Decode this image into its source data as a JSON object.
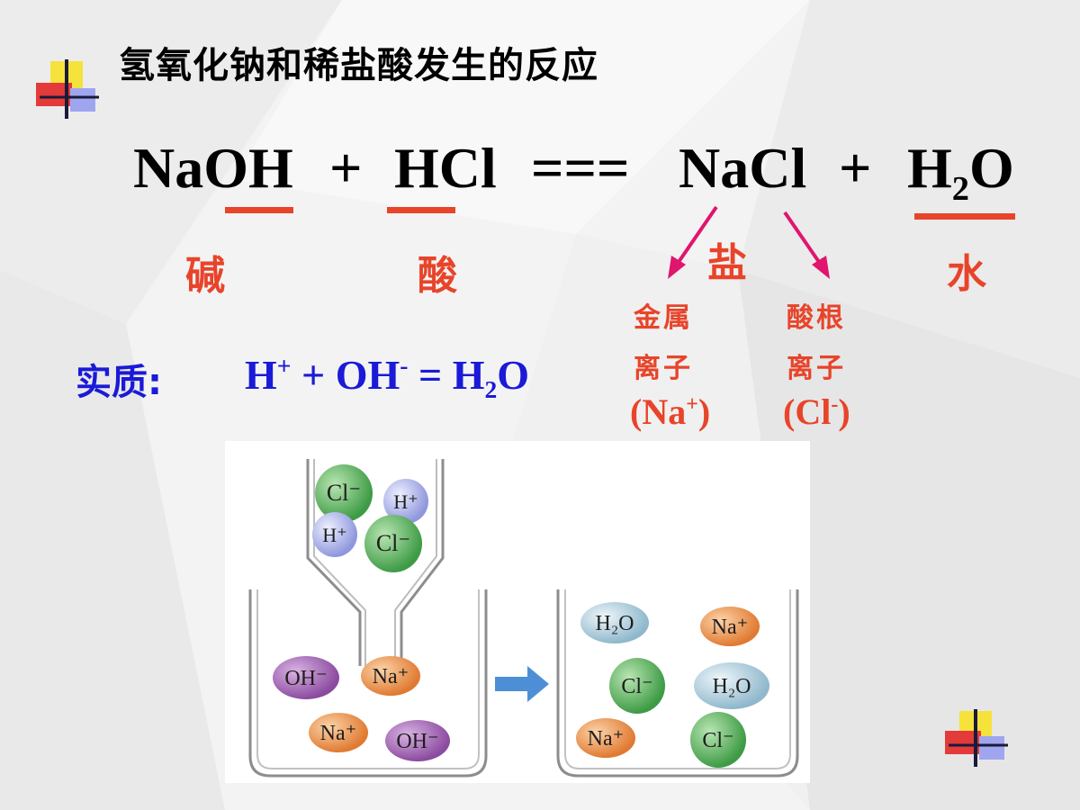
{
  "slide": {
    "title": "氢氧化钠和稀盐酸发生的反应",
    "equation": {
      "reactant1": "NaOH",
      "plus1": "+",
      "reactant2": "HCl",
      "equals": "===",
      "product1": "NaCl",
      "plus2": "+",
      "product2_main": "H",
      "product2_sub": "2",
      "product2_tail": "O"
    },
    "labels": {
      "base": "碱",
      "acid": "酸",
      "salt": "盐",
      "water": "水"
    },
    "salt_parts": {
      "metal_line1": "金属",
      "metal_line2": "离子",
      "metal_open": "(Na",
      "metal_sup": "+",
      "metal_close": ")",
      "acid_line1": "酸根",
      "acid_line2": "离子",
      "acid_open": "(Cl",
      "acid_sup": "-",
      "acid_close": ")"
    },
    "essence": {
      "label": "实质:",
      "h": "H",
      "h_sup": "+",
      "mid": " + OH",
      "oh_sup": "-",
      "eq": " = H",
      "water_sub": "2",
      "water_tail": "O"
    },
    "colors": {
      "accent_red": "#e8442a",
      "essence_blue": "#1a1ad8",
      "arrow_magenta": "#e0156e"
    }
  },
  "diagram": {
    "funnel_ions": [
      "Cl⁻",
      "H⁺",
      "H⁺",
      "Cl⁻"
    ],
    "left_beaker_ions": [
      "OH⁻",
      "Na⁺",
      "Na⁺",
      "OH⁻"
    ],
    "right_beaker_ions": [
      "H₂O",
      "Na⁺",
      "Cl⁻",
      "H₂O",
      "Na⁺",
      "Cl⁻"
    ]
  }
}
